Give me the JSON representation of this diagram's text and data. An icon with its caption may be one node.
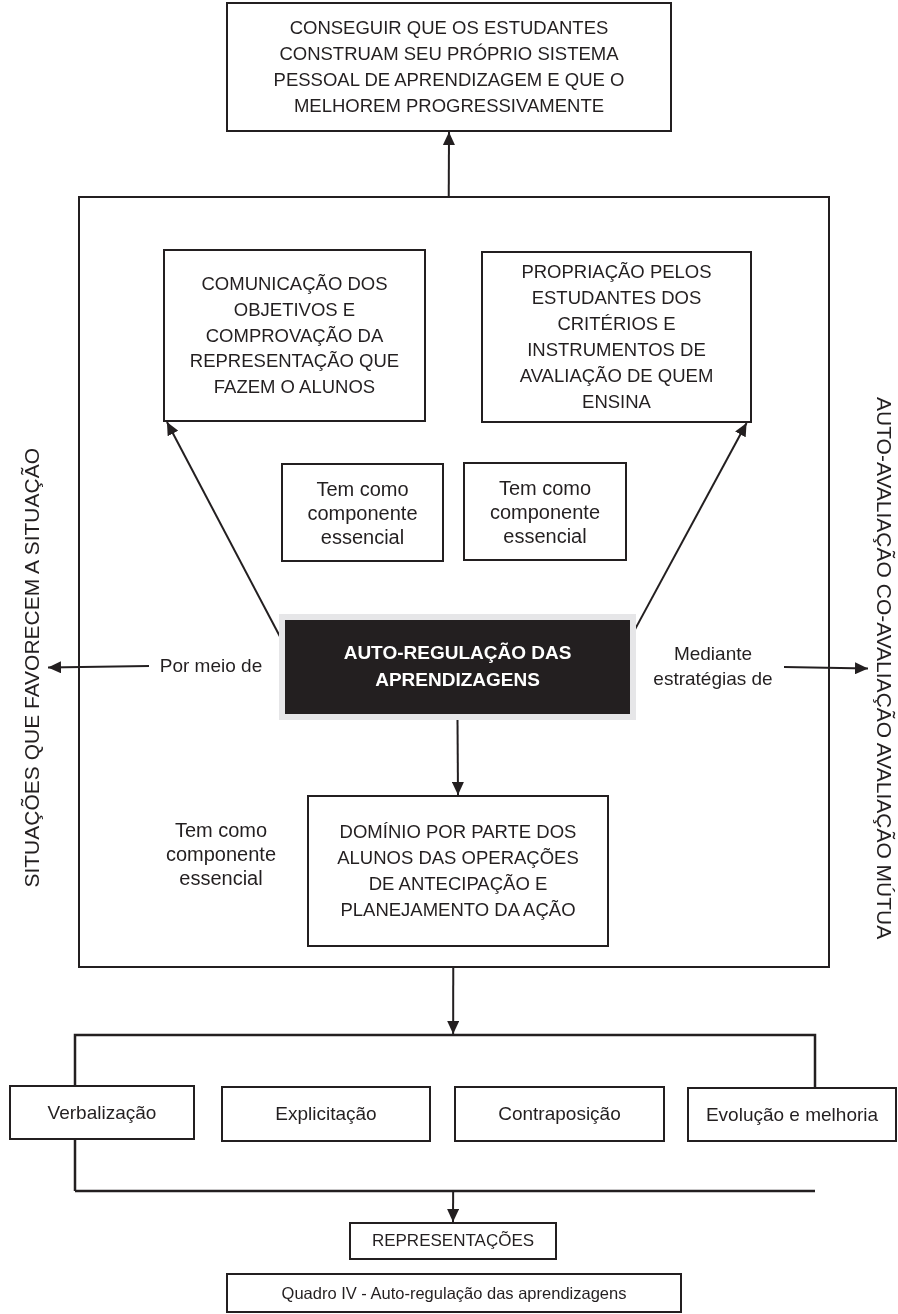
{
  "diagram": {
    "caption": "Quadro IV - Auto-regulação das aprendizagens",
    "nodes": [
      {
        "text": [
          "CONSEGUIR QUE OS ESTUDANTES CONSTRUAM SEU PRÓPRIO SISTEMA PESSOAL DE APRENDIZAGEM E QUE O MELHOREM PROGRESSIVAMENTE"
        ]
      },
      {
        "text": [],
        "shape": "box"
      },
      {
        "text": [
          "COMUNICAÇÃO DOS OBJETIVOS E COMPROVAÇÃO DA REPRESENTAÇÃO QUE FAZEM O ALUNOS"
        ],
        "in": 1
      },
      {
        "text": [
          "PROPRIAÇÃO PELOS ESTUDANTES DOS CRITÉRIOS E INSTRUMENTOS DE AVALIAÇÃO DE QUEM ENSINA"
        ],
        "in": 1
      },
      {
        "text": [
          "Tem como componente essencial"
        ],
        "in": 1
      },
      {
        "text": [
          "Tem como componente essencial"
        ],
        "in": 1
      },
      {
        "text": [
          "AUTO-REGULAÇÃO DAS APRENDIZAGENS"
        ],
        "in": 1
      },
      {
        "text": [
          "Por meio de"
        ],
        "in": 1
      },
      {
        "text": [
          "Mediante estratégias de"
        ],
        "in": 1
      },
      {
        "text": [
          "DOMÍNIO POR PARTE DOS ALUNOS DAS OPERAÇÕES DE ANTECIPAÇÃO E PLANEJAMENTO DA AÇÃO"
        ],
        "in": 1
      },
      {
        "text": [
          "SITUAÇÕES QUE FAVORECEM A SITUAÇÃO"
        ]
      },
      {
        "text": [
          "AUTO-AVALIAÇÃO CO-AVALIAÇÃO AVALIAÇÃO MÚTUA"
        ]
      },
      {
        "text": [],
        "shape": "bracket"
      },
      {
        "text": [
          "Verbalização"
        ]
      },
      {
        "text": [
          "Explicitação"
        ],
        "in": 12
      },
      {
        "text": [
          "Contraposição"
        ],
        "in": 12
      },
      {
        "text": [
          "Evolução e melhoria"
        ]
      },
      {
        "text": [
          "REPRESENTAÇÕES"
        ]
      }
    ],
    "edges": [
      {
        "from": 1,
        "to": 0,
        "arrow": "to"
      },
      {
        "from": 6,
        "to": 2,
        "arrow": "to"
      },
      {
        "from": 6,
        "to": 3,
        "arrow": "to"
      },
      {
        "from": 7,
        "to": 10,
        "arrow": "to"
      },
      {
        "from": 8,
        "to": 11,
        "arrow": "to"
      },
      {
        "from": 6,
        "to": 9,
        "arrow": "to"
      },
      {
        "from": 1,
        "to": 12,
        "arrow": "to"
      },
      {
        "from": 12,
        "to": 17,
        "arrow": "to"
      }
    ],
    "labels": [
      "Tem como componente essencial"
    ]
  }
}
